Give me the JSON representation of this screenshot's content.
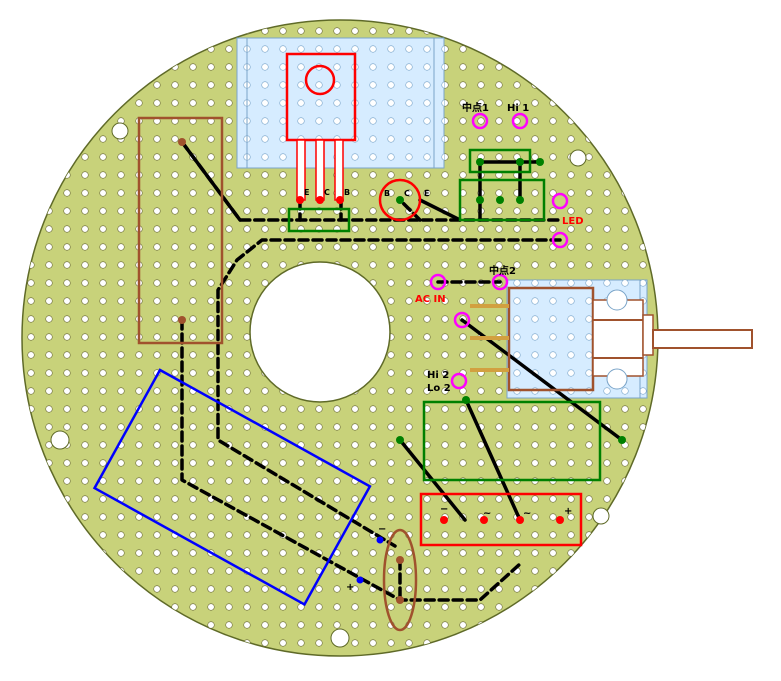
{
  "board": {
    "colors": {
      "board": "#c8d27a",
      "hole": "#ffffff",
      "wire": "#000000",
      "red": "#ff0000",
      "green": "#008000",
      "blue": "#0000ff",
      "brown": "#a0522d",
      "magenta": "#ff00ff",
      "heatsink": "#d6ecff"
    },
    "labels": {
      "center1": "中点1",
      "hi1": "Hi 1",
      "center2": "中点2",
      "ac_in": "AC IN",
      "hi2": "Hi 2",
      "lo2": "Lo 2",
      "led": "LED"
    },
    "pins": {
      "reg_e": "E",
      "reg_c": "C",
      "reg_b": "B",
      "tr_b": "B",
      "tr_c": "C",
      "tr_e": "E"
    },
    "bridge": {
      "minus": "−",
      "ac1": "~",
      "ac2": "~",
      "plus": "+"
    },
    "cap": {
      "minus": "−",
      "plus": "+"
    }
  }
}
